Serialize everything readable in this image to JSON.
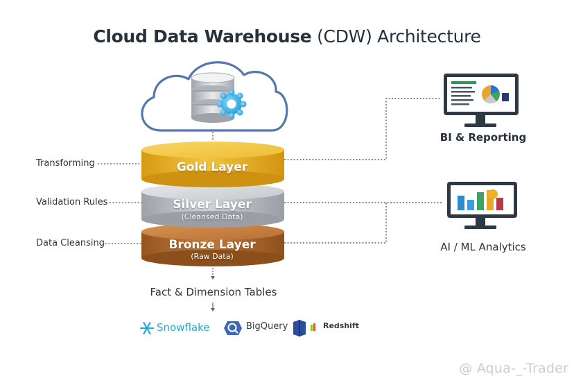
{
  "title": {
    "bold": "Cloud Data Warehouse",
    "rest": " (CDW) Architecture"
  },
  "left_labels": [
    "Transforming",
    "Validation Rules",
    "Data Cleansing"
  ],
  "layers": [
    {
      "name": "Gold Layer",
      "sub": ""
    },
    {
      "name": "Silver Layer",
      "sub": "(Cleansed Data)"
    },
    {
      "name": "Bronze Layer",
      "sub": "(Raw Data)"
    }
  ],
  "outputs": {
    "bi": "BI & Reporting",
    "ai": "AI / ML Analytics"
  },
  "tables": "Fact & Dimension Tables",
  "platforms": {
    "snowflake": "Snowflake",
    "bigquery": "BigQuery",
    "redshift": "Redshift"
  },
  "watermark": "@ Aqua-_-Trader",
  "colors": {
    "gold": "#e9b32b",
    "silver": "#b9bcc2",
    "bronze": "#b06a2c",
    "cloud_outline": "#5577aa",
    "connector": "#444444",
    "monitor": "#2f3845"
  }
}
